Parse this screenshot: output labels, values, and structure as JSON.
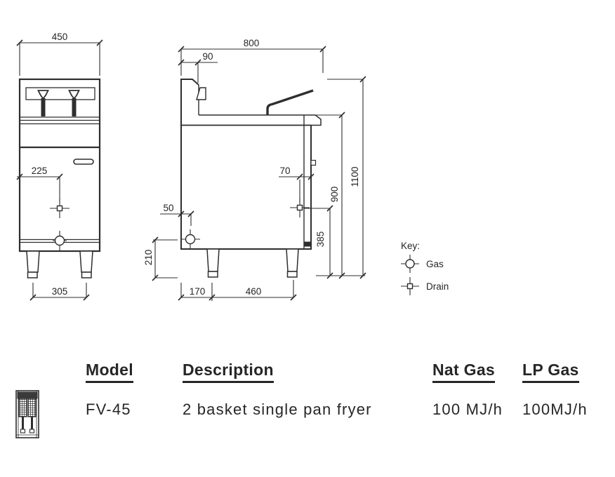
{
  "drawing": {
    "front_view": {
      "width_mm": "450",
      "drain_offset_mm": "225",
      "leg_span_mm": "305"
    },
    "side_view": {
      "depth_mm": "800",
      "splash_depth_mm": "90",
      "gas_offset_mm": "50",
      "drain_offset_mm": "70",
      "gas_height_mm": "210",
      "drain_height_mm": "385",
      "body_height_mm": "900",
      "total_height_mm": "1100",
      "front_leg_offset_mm": "170",
      "leg_spacing_mm": "460"
    },
    "key": {
      "title": "Key:",
      "gas_label": "Gas",
      "drain_label": "Drain"
    }
  },
  "table": {
    "headers": {
      "model": "Model",
      "description": "Description",
      "nat_gas": "Nat Gas",
      "lp_gas": "LP Gas"
    },
    "row": {
      "model": "FV-45",
      "description": "2 basket single pan fryer",
      "nat_gas": "100 MJ/h",
      "lp_gas": "100MJ/h"
    }
  },
  "colors": {
    "line": "#2e2e2e",
    "text": "#262626"
  }
}
